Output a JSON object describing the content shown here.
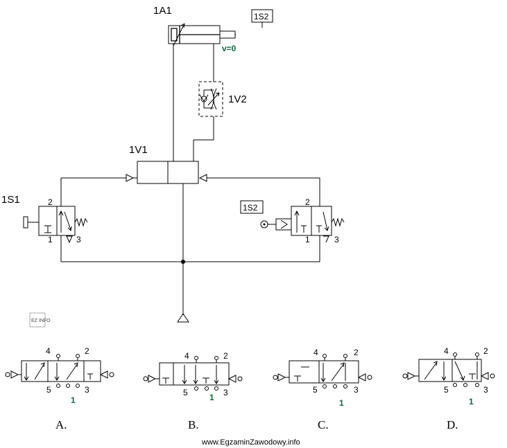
{
  "labels": {
    "cylinder": "1A1",
    "velocity": "v=0",
    "sensor_tag_top": "1S2",
    "throttle": "1V2",
    "shuttle_valve": "1V1",
    "valve_left": "1S1",
    "sensor_tag_right": "1S2",
    "logo": "EZ INFO"
  },
  "ports": {
    "left_out": "2",
    "left_in": "1",
    "left_exh": "3",
    "right_out": "2",
    "right_in": "1",
    "right_exh": "3"
  },
  "options": [
    {
      "letter": "A.",
      "p4": "4",
      "p2": "2",
      "p5": "5",
      "p3": "3",
      "p1": "1"
    },
    {
      "letter": "B.",
      "p4": "4",
      "p2": "2",
      "p5": "5",
      "p3": "3",
      "p1": "1"
    },
    {
      "letter": "C.",
      "p4": "4",
      "p2": "2",
      "p5": "5",
      "p3": "3",
      "p1": "1"
    },
    {
      "letter": "D.",
      "p4": "4",
      "p2": "2",
      "p5": "5",
      "p3": "3",
      "p1": "1"
    }
  ],
  "footer": "www.EgzaminZawodowy.info"
}
